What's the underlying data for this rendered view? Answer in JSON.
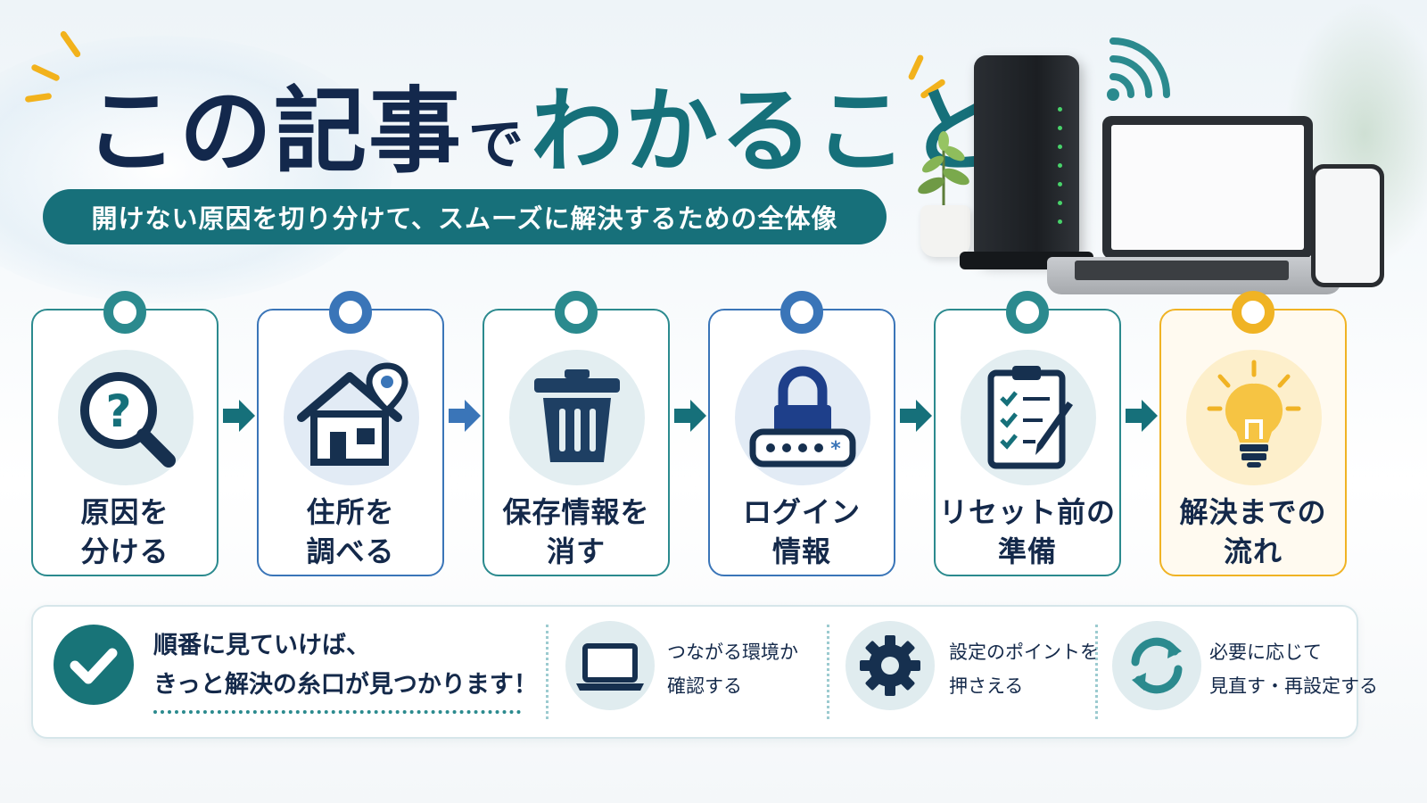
{
  "header": {
    "title_part1": "この記事",
    "title_part2": "で",
    "title_part3": "わかること",
    "subtitle": "開けない原因を切り分けて、スムーズに解決するための全体像"
  },
  "steps": [
    {
      "line1": "原因を",
      "line2": "分ける",
      "icon": "magnifier-question-icon"
    },
    {
      "line1": "住所を",
      "line2": "調べる",
      "icon": "house-location-icon"
    },
    {
      "line1": "保存情報を",
      "line2": "消す",
      "icon": "trash-can-icon"
    },
    {
      "line1": "ログイン",
      "line2": "情報",
      "icon": "lock-password-icon"
    },
    {
      "line1": "リセット前の",
      "line2": "準備",
      "icon": "clipboard-checklist-icon"
    },
    {
      "line1": "解決までの",
      "line2": "流れ",
      "icon": "lightbulb-icon"
    }
  ],
  "summary": {
    "line1": "順番に見ていけば、",
    "line2": "きっと解決の糸口が見つかります！"
  },
  "features": [
    {
      "line1": "つながる環境か",
      "line2": "確認する",
      "icon": "laptop-icon"
    },
    {
      "line1": "設定のポイントを",
      "line2": "押さえる",
      "icon": "gear-icon"
    },
    {
      "line1": "必要に応じて",
      "line2": "見直す・再設定する",
      "icon": "refresh-icon"
    }
  ],
  "colors": {
    "navy": "#13284c",
    "teal": "#16707a",
    "blue": "#3a75b8",
    "gold": "#f0b324"
  }
}
